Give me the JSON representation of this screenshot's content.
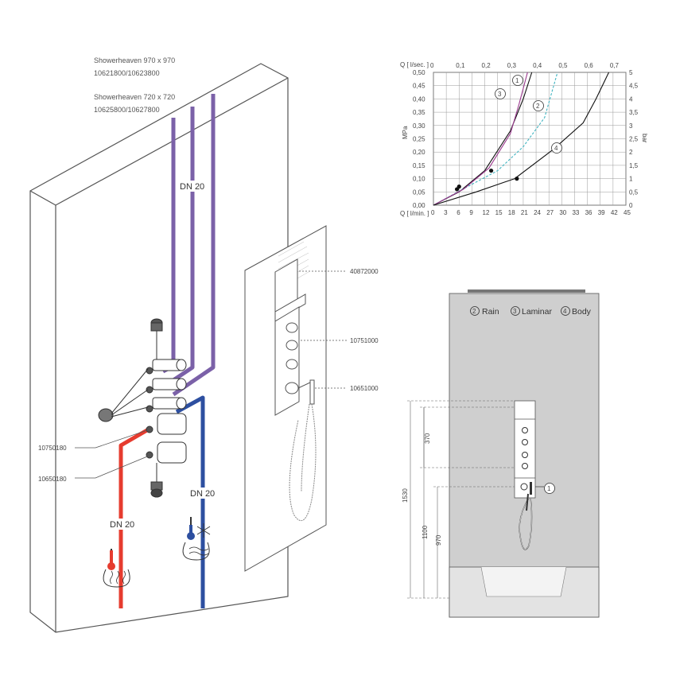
{
  "installation": {
    "model_a_name": "Showerheaven 970 x 970",
    "model_a_codes": "10621800/10623800",
    "model_b_name": "Showerheaven 720 x 720",
    "model_b_codes": "10625800/10627800",
    "dn_upper": "DN 20",
    "dn_hot": "DN 20",
    "dn_cold": "DN 20",
    "part_left_1": "10750180",
    "part_left_2": "10650180",
    "part_right_1": "40872000",
    "part_right_2": "10751000",
    "part_right_3": "10651000",
    "colors": {
      "purple": "#7b61a8",
      "red": "#e63c2f",
      "blue": "#2d4fa0"
    }
  },
  "chart_data": {
    "type": "line",
    "title": "",
    "x_top_label": "Q [ l/sec. ]",
    "x_top_ticks": [
      "0",
      "0,1",
      "0,2",
      "0,3",
      "0,4",
      "0,5",
      "0,6",
      "0,7"
    ],
    "x_bottom_label": "Q [ l/min. ]",
    "x_bottom_ticks": [
      "0",
      "3",
      "6",
      "9",
      "12",
      "15",
      "18",
      "21",
      "24",
      "27",
      "30",
      "33",
      "36",
      "39",
      "42",
      "45"
    ],
    "y_left_label": "MPa",
    "y_left_ticks": [
      "0,00",
      "0,05",
      "0,10",
      "0,15",
      "0,20",
      "0,25",
      "0,30",
      "0,35",
      "0,40",
      "0,45",
      "0,50"
    ],
    "y_right_label": "bar",
    "y_right_ticks": [
      "0",
      "0,5",
      "1",
      "1,5",
      "2",
      "2,5",
      "3",
      "3,5",
      "4",
      "4,5",
      "5"
    ],
    "xlim": [
      0,
      45
    ],
    "ylim": [
      0,
      0.5
    ],
    "grid": true,
    "series": [
      {
        "name": "1",
        "color": "#111111",
        "x": [
          0,
          6,
          12,
          18,
          21,
          23
        ],
        "y": [
          0,
          0.05,
          0.13,
          0.28,
          0.4,
          0.5
        ]
      },
      {
        "name": "2",
        "color": "#3fb3c0",
        "x": [
          0,
          8,
          15,
          21,
          26,
          29
        ],
        "y": [
          0,
          0.07,
          0.13,
          0.22,
          0.33,
          0.5
        ]
      },
      {
        "name": "3",
        "color": "#9b3a8f",
        "x": [
          0,
          7,
          13,
          18,
          20,
          22
        ],
        "y": [
          0,
          0.06,
          0.14,
          0.27,
          0.38,
          0.5
        ]
      },
      {
        "name": "4",
        "color": "#111111",
        "x": [
          0,
          10,
          19,
          28,
          35,
          38,
          41
        ],
        "y": [
          0,
          0.05,
          0.1,
          0.21,
          0.31,
          0.4,
          0.5
        ]
      }
    ],
    "points": [
      {
        "x": 5.5,
        "y": 0.06
      },
      {
        "x": 6.0,
        "y": 0.07
      },
      {
        "x": 13.5,
        "y": 0.13
      },
      {
        "x": 19.5,
        "y": 0.1
      }
    ]
  },
  "legend": {
    "items": [
      {
        "num": "2",
        "label": "Rain"
      },
      {
        "num": "3",
        "label": "Laminar"
      },
      {
        "num": "4",
        "label": "Body"
      }
    ]
  },
  "dimensions": {
    "d1": "370",
    "d2": "1530",
    "d3": "1100",
    "d4": "970",
    "marker": "1"
  }
}
